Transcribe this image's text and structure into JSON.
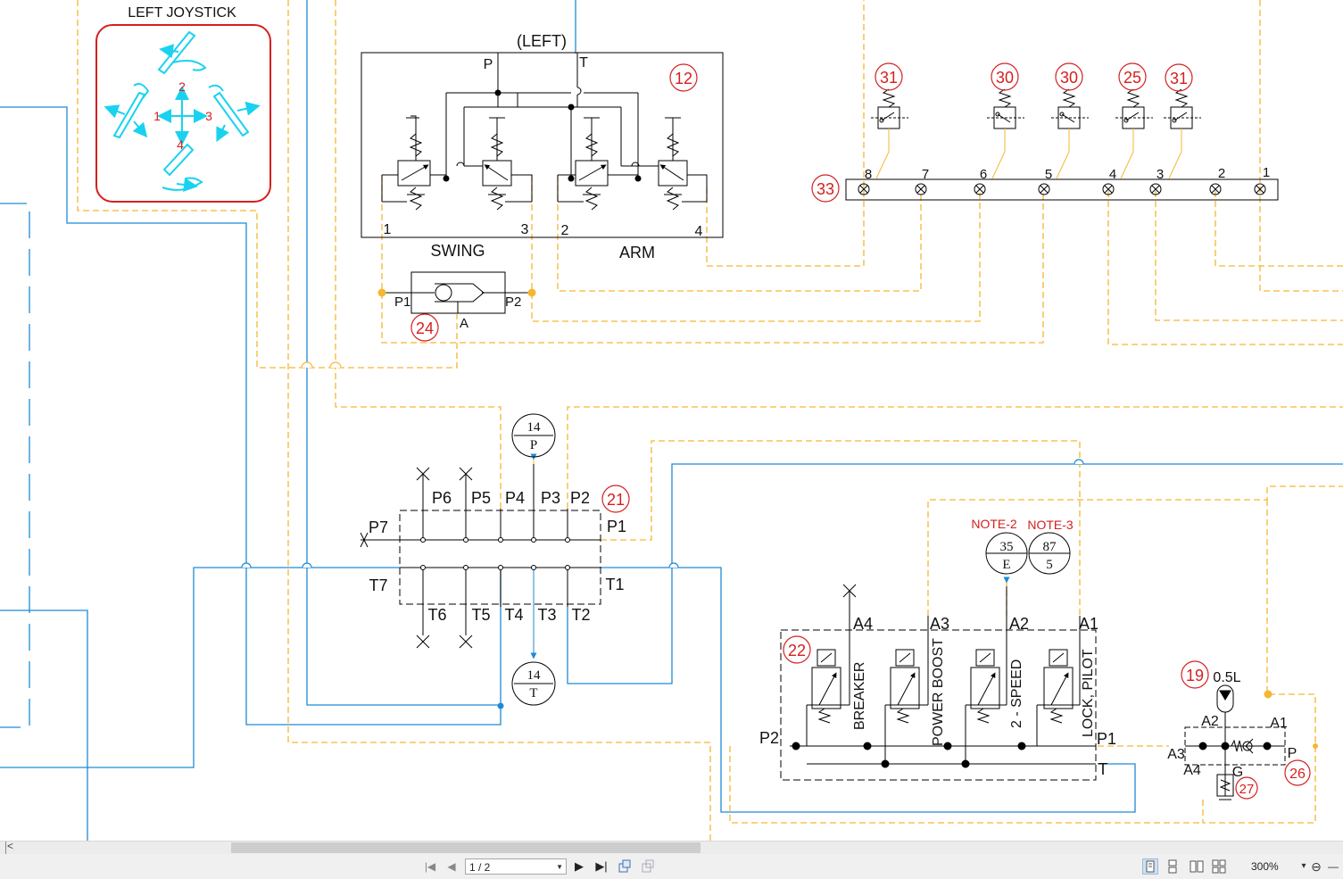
{
  "diagram": {
    "joystick": {
      "title": "LEFT JOYSTICK",
      "directions": [
        "1",
        "2",
        "3",
        "4"
      ]
    },
    "valve12": {
      "caption": "(LEFT)",
      "ports": {
        "p": "P",
        "t": "T",
        "one": "1",
        "two": "2",
        "three": "3",
        "four": "4"
      },
      "callout": "12",
      "labels": {
        "swing": "SWING",
        "arm": "ARM"
      }
    },
    "shuttle24": {
      "p1": "P1",
      "p2": "P2",
      "a": "A",
      "callout": "24"
    },
    "switches": {
      "callouts": [
        "31",
        "30",
        "30",
        "25",
        "31"
      ],
      "block_callout": "33",
      "terminals": [
        "8",
        "7",
        "6",
        "5",
        "4",
        "3",
        "2",
        "1"
      ]
    },
    "manifold21": {
      "callout": "21",
      "top_ports": [
        "P6",
        "P5",
        "P4",
        "P3",
        "P2"
      ],
      "side_ports": {
        "p7": "P7",
        "p1": "P1",
        "t7": "T7",
        "t1": "T1"
      },
      "bottom_ports": [
        "T6",
        "T5",
        "T4",
        "T3",
        "T2"
      ],
      "gauge_p": {
        "num": "14",
        "letter": "P"
      },
      "gauge_t": {
        "num": "14",
        "letter": "T"
      }
    },
    "solenoid22": {
      "callout": "22",
      "ports": {
        "a4": "A4",
        "a3": "A3",
        "a2": "A2",
        "a1": "A1",
        "p2": "P2",
        "p1": "P1",
        "t": "T"
      },
      "functions": [
        "BREAKER",
        "POWER BOOST",
        "2 - SPEED",
        "LOCK, PILOT"
      ],
      "notes": [
        "NOTE-2",
        "NOTE-3"
      ],
      "sensor_e": {
        "num": "35",
        "letter": "E"
      },
      "sensor_5": {
        "num": "87",
        "letter": "5"
      }
    },
    "accumulator": {
      "callout19": "19",
      "volume": "0.5L",
      "ports": {
        "a2": "A2",
        "a1": "A1",
        "a3": "A3",
        "a4": "A4",
        "p": "P",
        "g": "G"
      },
      "callout26": "26",
      "callout27": "27"
    },
    "colors": {
      "pilot": "#f5b731",
      "hydraulic": "#1e8ad6",
      "callout": "#d42020",
      "joystick": "#19d2f0"
    }
  },
  "toolbar": {
    "scroll_left_glyph": "<",
    "first_glyph": "|◀",
    "prev_glyph": "◀",
    "page_indicator": "1 / 2",
    "next_glyph": "▶",
    "last_glyph": "▶|",
    "zoom_level": "300%",
    "zoom_menu_glyph": "▾",
    "zoom_out_glyph": "⊖",
    "zoom_line_glyph": "—"
  }
}
